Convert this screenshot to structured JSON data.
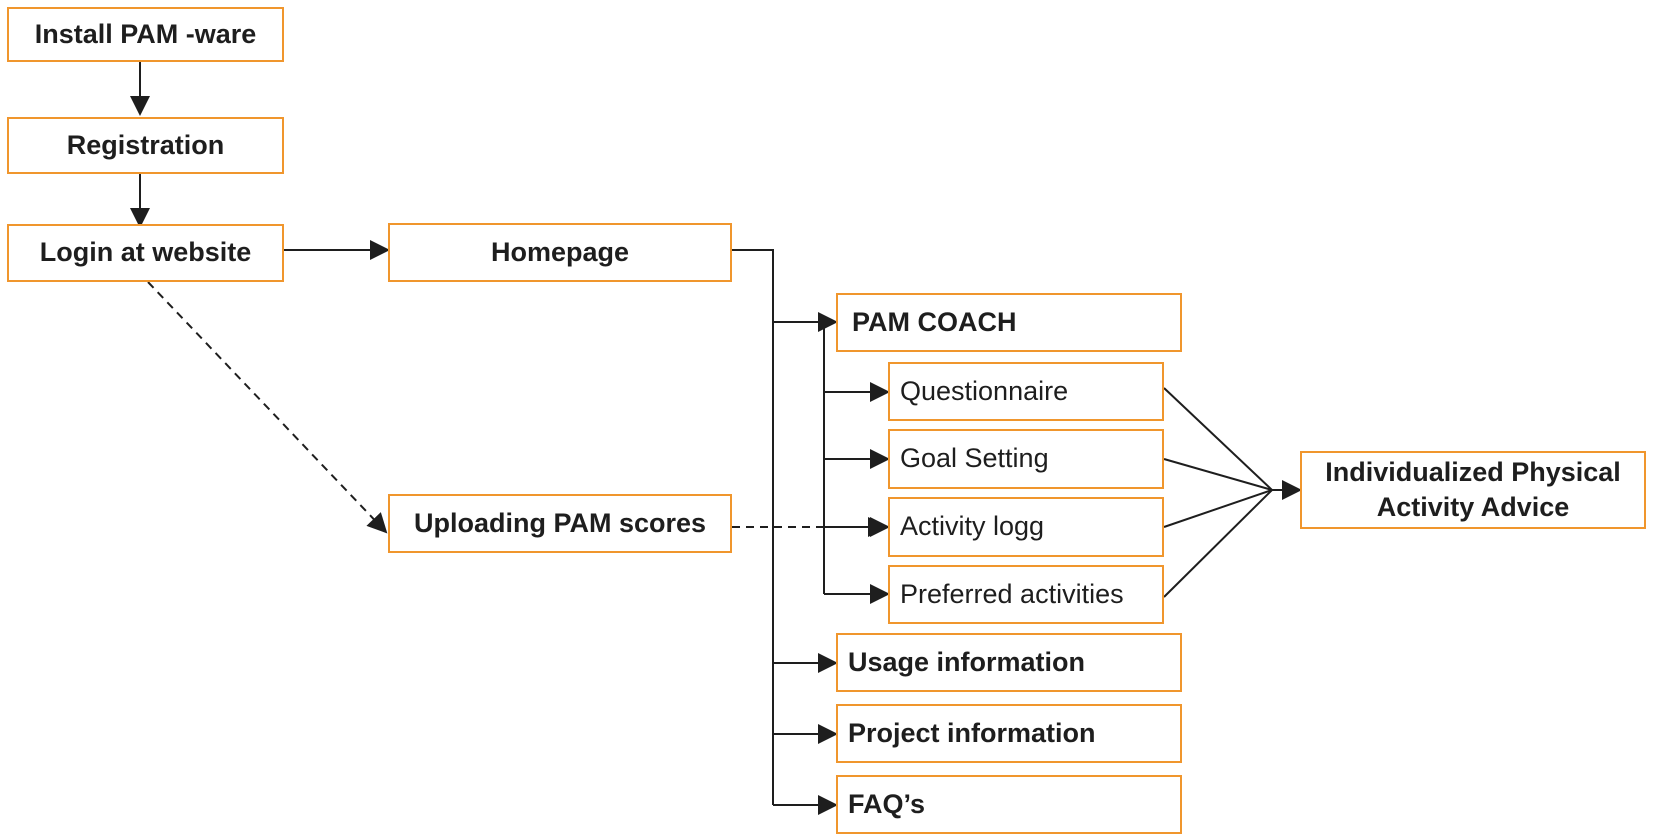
{
  "colors": {
    "box_border": "#F0962D",
    "line": "#1e1e1e",
    "text": "#1e1e1e"
  },
  "nodes": {
    "install": "Install PAM -ware",
    "registration": "Registration",
    "login": "Login at website",
    "homepage": "Homepage",
    "uploading": "Uploading PAM scores",
    "pam_coach": "PAM COACH",
    "questionnaire": "Questionnaire",
    "goal_setting": "Goal Setting",
    "activity_logg": "Activity logg",
    "preferred": "Preferred activities",
    "usage": "Usage information",
    "project": "Project information",
    "faq": "FAQ’s",
    "advice_line1": "Individualized Physical",
    "advice_line2": "Activity Advice"
  },
  "edges": [
    {
      "from": "install",
      "to": "registration",
      "style": "solid"
    },
    {
      "from": "registration",
      "to": "login",
      "style": "solid"
    },
    {
      "from": "login",
      "to": "homepage",
      "style": "solid"
    },
    {
      "from": "login",
      "to": "uploading",
      "style": "dashed"
    },
    {
      "from": "uploading",
      "to": "activity_logg",
      "style": "dashed"
    },
    {
      "from": "homepage",
      "to": "pam_coach",
      "style": "solid"
    },
    {
      "from": "homepage",
      "to": "usage",
      "style": "solid"
    },
    {
      "from": "homepage",
      "to": "project",
      "style": "solid"
    },
    {
      "from": "homepage",
      "to": "faq",
      "style": "solid"
    },
    {
      "from": "pam_coach",
      "to": "questionnaire",
      "style": "solid"
    },
    {
      "from": "pam_coach",
      "to": "goal_setting",
      "style": "solid"
    },
    {
      "from": "pam_coach",
      "to": "activity_logg",
      "style": "solid"
    },
    {
      "from": "pam_coach",
      "to": "preferred",
      "style": "solid"
    },
    {
      "from": "questionnaire",
      "to": "advice",
      "style": "solid"
    },
    {
      "from": "goal_setting",
      "to": "advice",
      "style": "solid"
    },
    {
      "from": "activity_logg",
      "to": "advice",
      "style": "solid"
    },
    {
      "from": "preferred",
      "to": "advice",
      "style": "solid"
    }
  ]
}
